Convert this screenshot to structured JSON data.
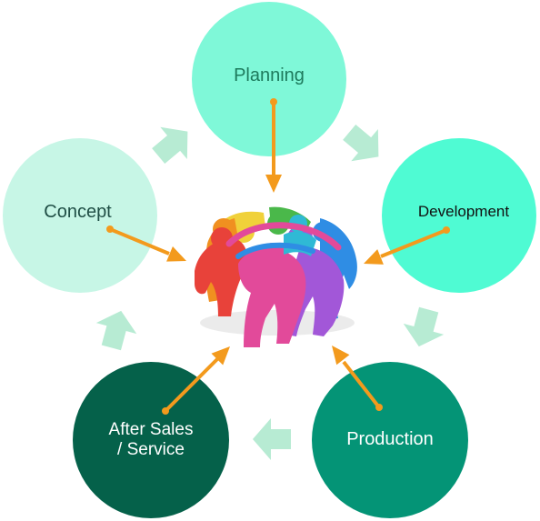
{
  "diagram": {
    "nodes": [
      {
        "id": "planning",
        "label": "Planning",
        "fill": "#7ff8d8",
        "text_color": "#1d7a5c"
      },
      {
        "id": "concept",
        "label": "Concept",
        "fill": "#c7f6e6",
        "text_color": "#1f4e45"
      },
      {
        "id": "development",
        "label": "Development",
        "fill": "#4ffbd3",
        "text_color": "#111111"
      },
      {
        "id": "after_sales",
        "label": "After Sales\n/ Service",
        "fill": "#05614a",
        "text_color": "#ffffff"
      },
      {
        "id": "production",
        "label": "Production",
        "fill": "#049476",
        "text_color": "#ffffff"
      }
    ],
    "cycle": [
      "concept",
      "planning",
      "development",
      "production",
      "after_sales"
    ],
    "colors": {
      "pointer_arrow": "#f39a1d",
      "flow_arrow": "#b7ebd3",
      "figure_palette": [
        "#f0d13a",
        "#e24a9a",
        "#2f8de4",
        "#a257d8",
        "#4ab84a",
        "#f09020",
        "#2fb9d5"
      ]
    },
    "center_image": {
      "icon": "team-of-figures-icon"
    }
  }
}
